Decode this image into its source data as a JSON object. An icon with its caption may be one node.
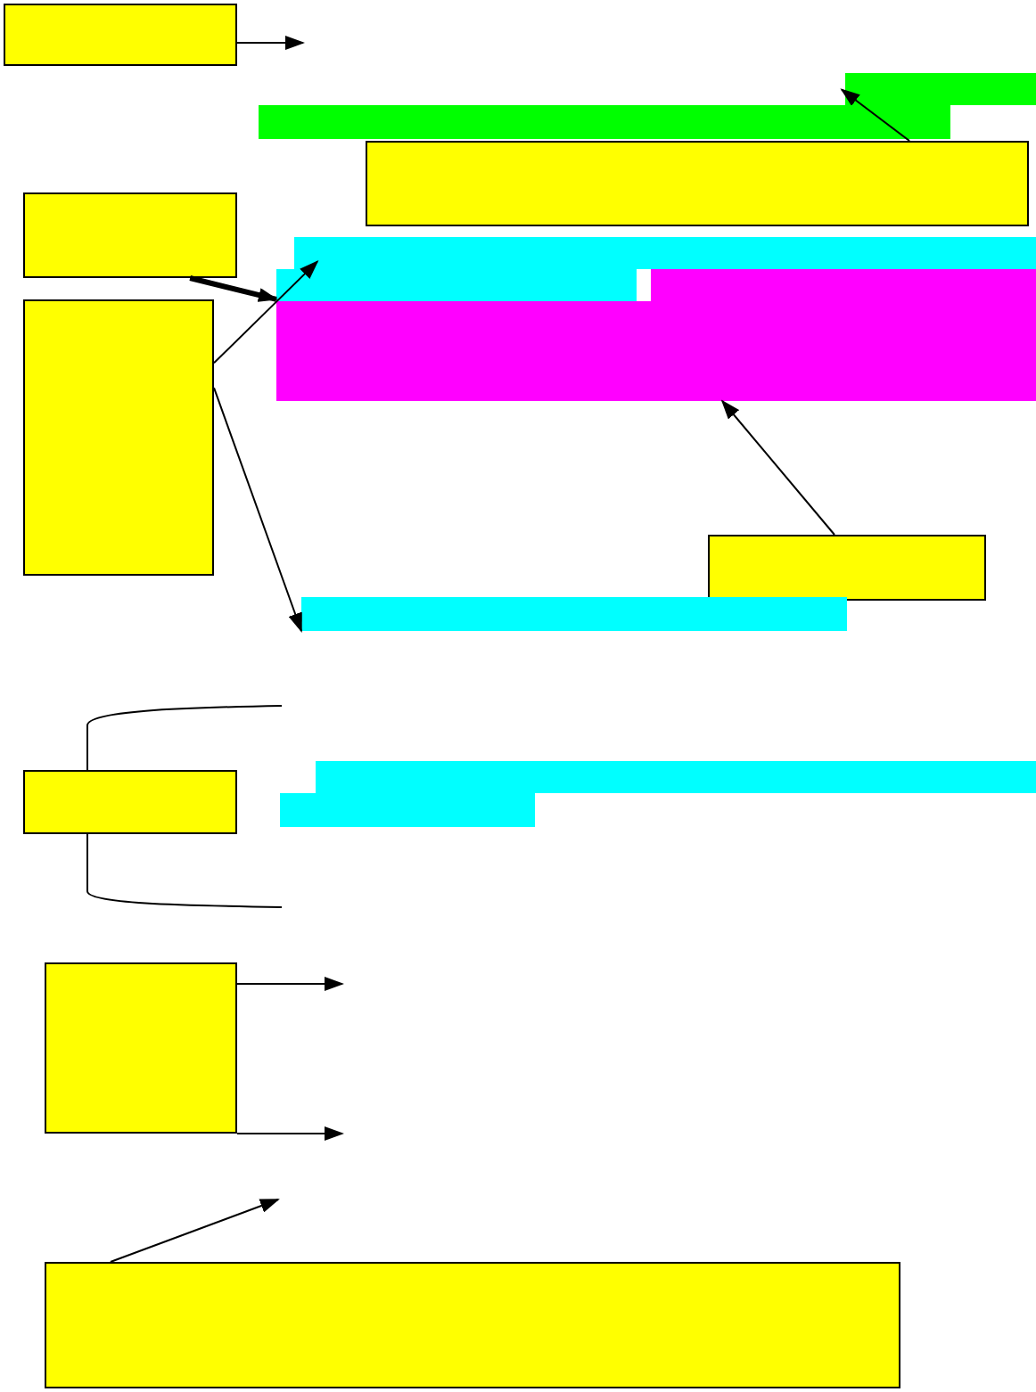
{
  "diagram": {
    "nodes": [
      {
        "text": [],
        "shape": "box"
      },
      {
        "text": [],
        "shape": "bar"
      },
      {
        "text": [],
        "shape": "box"
      },
      {
        "text": [],
        "shape": "box"
      },
      {
        "text": [],
        "shape": "bar"
      },
      {
        "text": [],
        "shape": "bar"
      },
      {
        "text": [],
        "shape": "box"
      },
      {
        "text": [],
        "shape": "box"
      },
      {
        "text": [],
        "shape": "bar"
      },
      {
        "text": [],
        "shape": "box"
      },
      {
        "text": [],
        "shape": "bar"
      },
      {
        "text": [],
        "shape": "box"
      },
      {
        "text": [],
        "shape": "box"
      }
    ],
    "edges": [
      {
        "from": 0,
        "to": null,
        "arrow": "to"
      },
      {
        "from": 2,
        "to": 1,
        "arrow": "to"
      },
      {
        "from": 3,
        "to": 4,
        "arrow": "to",
        "style": "thick"
      },
      {
        "from": 6,
        "to": 4,
        "arrow": "to"
      },
      {
        "from": 6,
        "to": 8,
        "arrow": "to"
      },
      {
        "from": 7,
        "to": 5,
        "arrow": "to"
      },
      {
        "from": 11,
        "to": null,
        "arrow": "to"
      },
      {
        "from": 11,
        "to": null,
        "arrow": "to"
      },
      {
        "from": 12,
        "to": null,
        "arrow": "to"
      }
    ]
  }
}
